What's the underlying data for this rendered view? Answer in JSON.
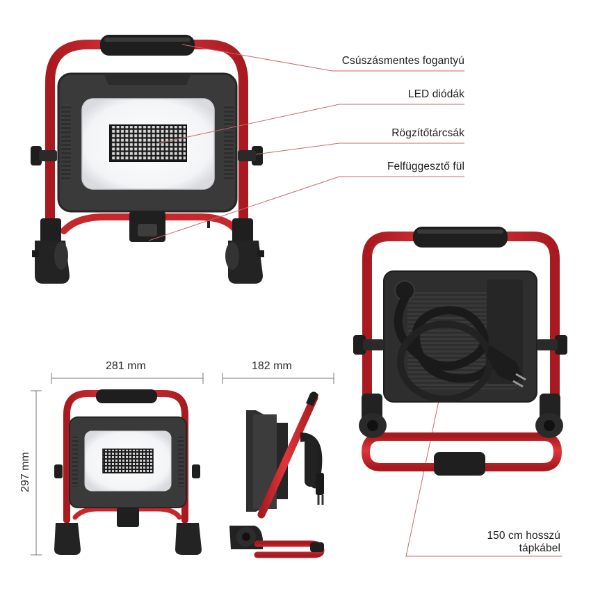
{
  "callouts": {
    "handle": "Csúszásmentes fogantyú",
    "leds": "LED diódák",
    "knobs": "Rögzítőtárcsák",
    "hook": "Felfüggesztő fül",
    "cable_line1": "150 cm hosszú",
    "cable_line2": "tápkábel"
  },
  "dimensions": {
    "width": "281 mm",
    "depth": "182 mm",
    "height": "297 mm"
  },
  "colors": {
    "frame_red": "#d42a2f",
    "body_dark": "#3b3b3b",
    "rubber_black": "#1e1e1e",
    "leader_line": "#c46a6a"
  }
}
